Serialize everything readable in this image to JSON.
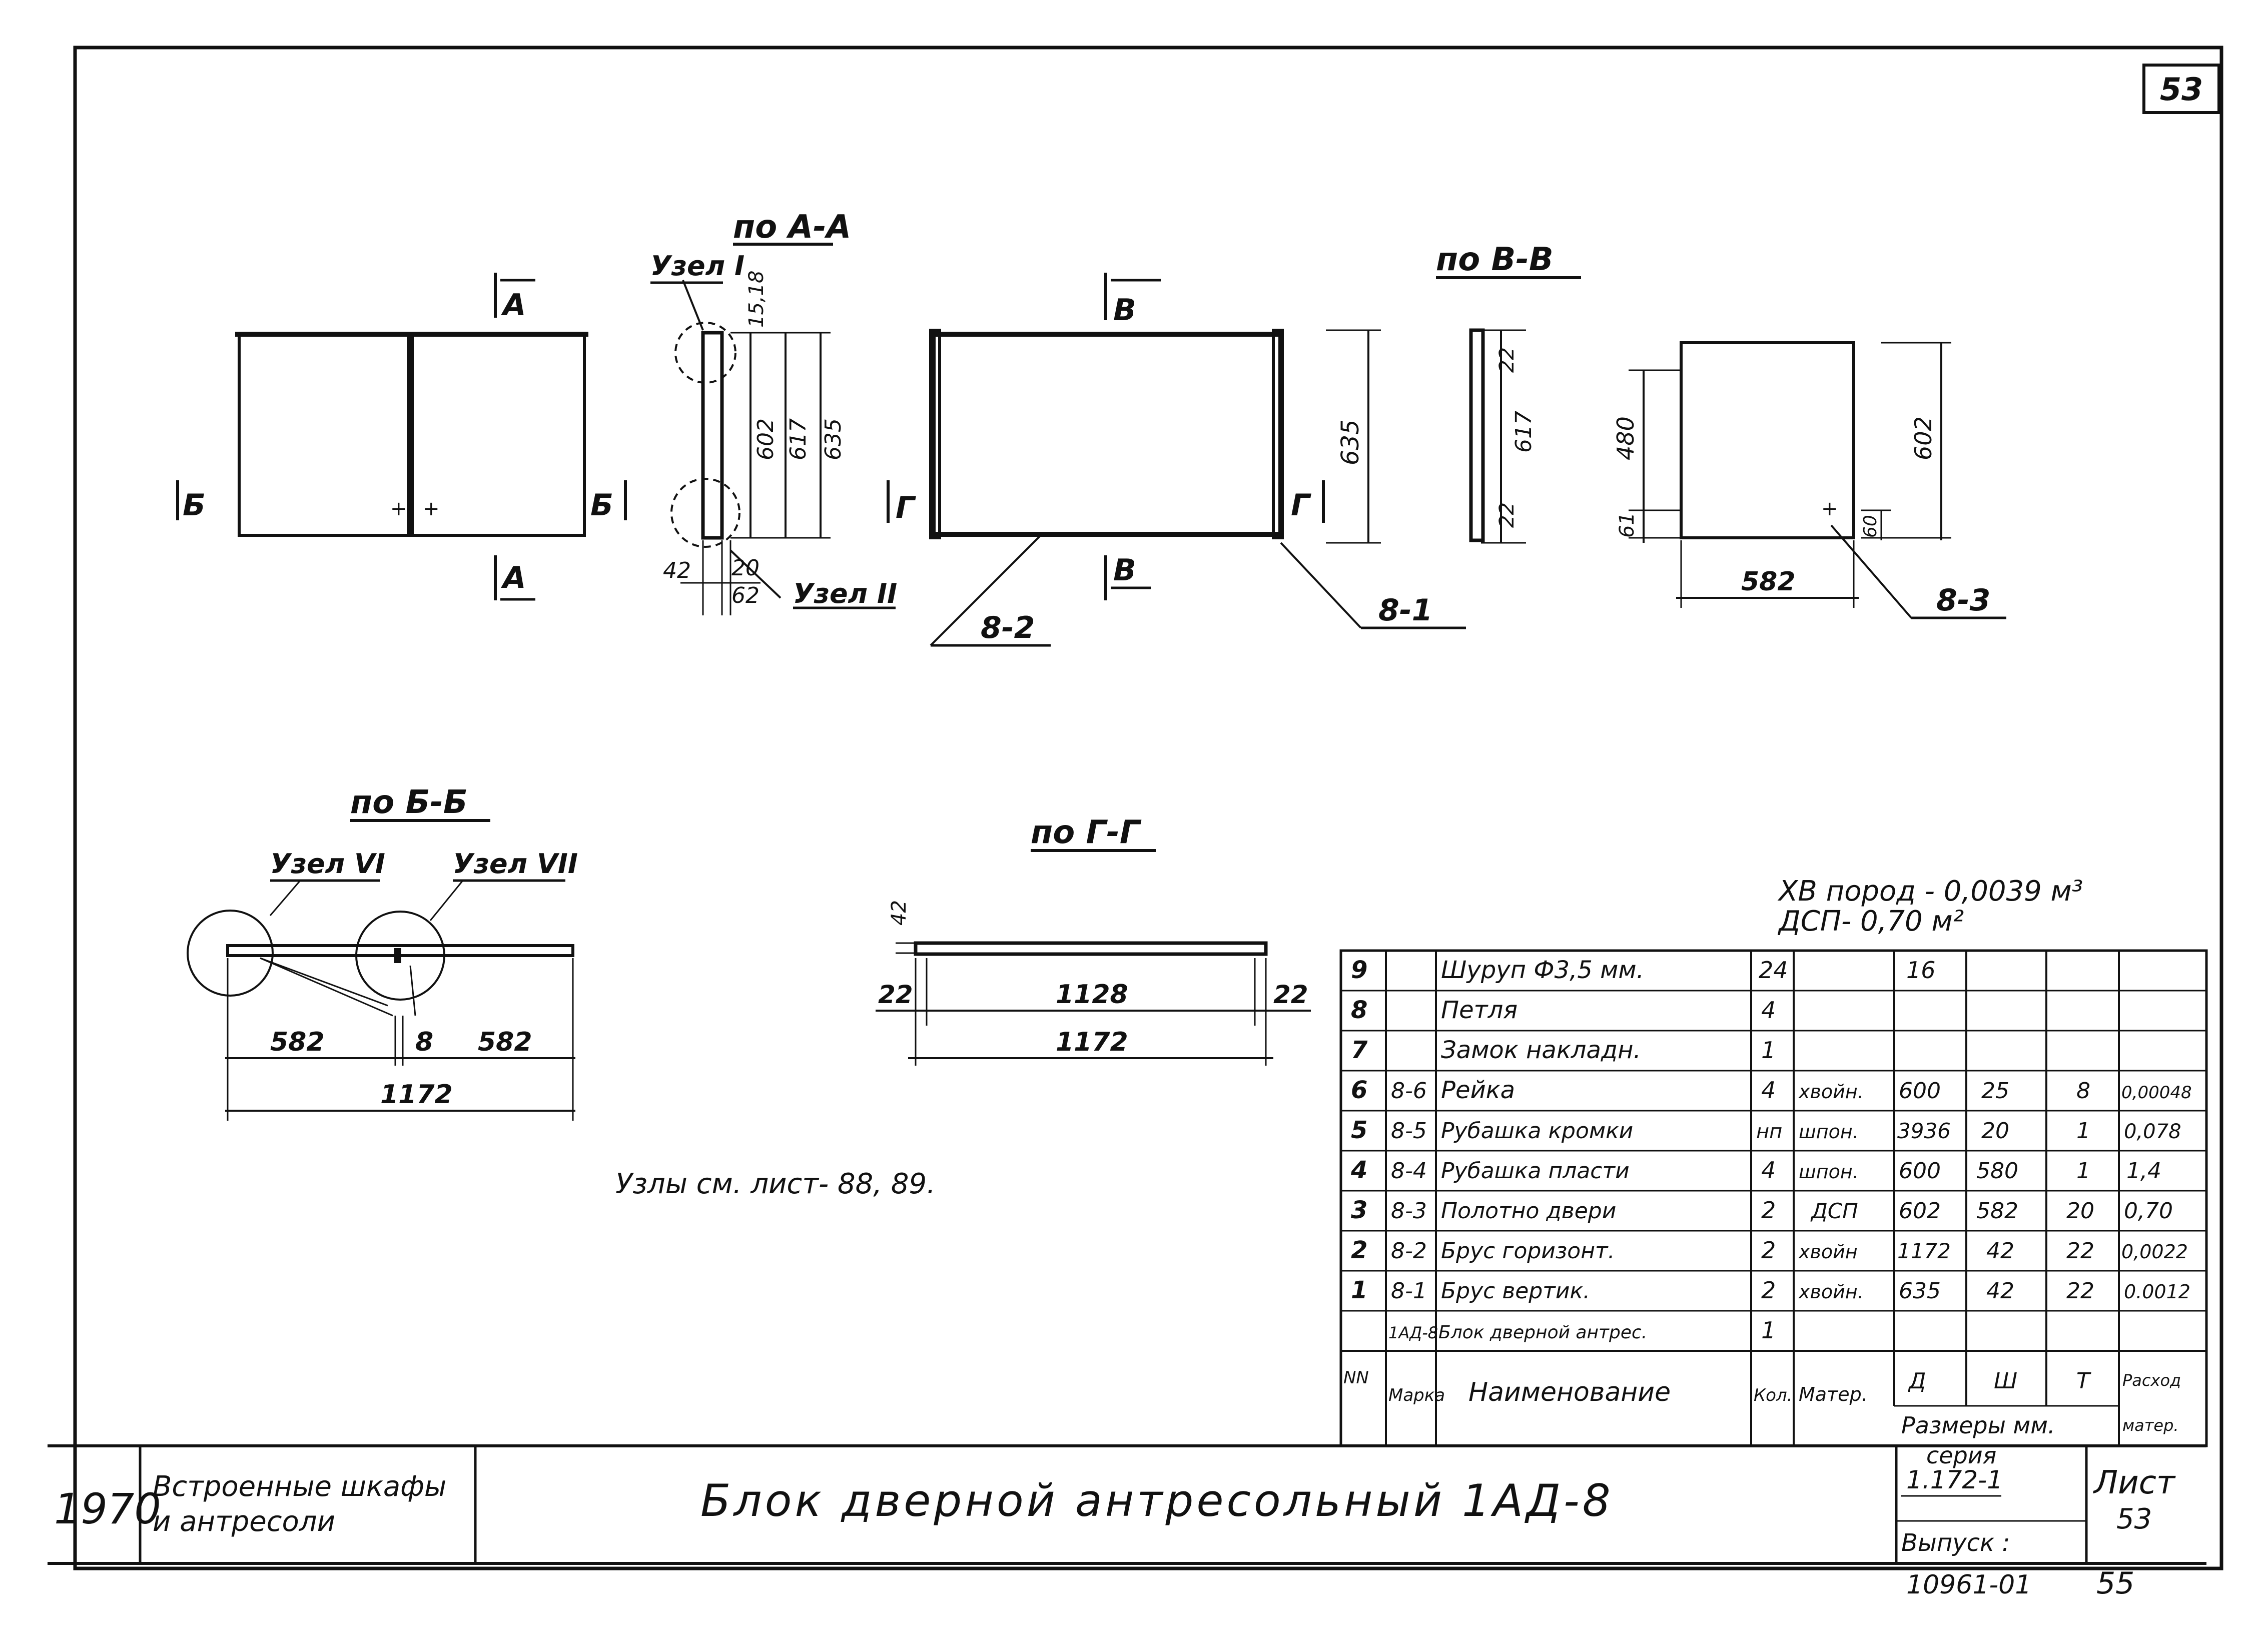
{
  "sheet_number": "53",
  "views": {
    "aa": {
      "title": "по А-А",
      "node1": "Узел I",
      "node2": "Узел II"
    },
    "vv": {
      "title": "по В-В"
    },
    "bb": {
      "title": "по Б-Б",
      "node6": "Узел VI",
      "node7": "Узел VII"
    },
    "gg": {
      "title": "по Г-Г"
    }
  },
  "section_marks": {
    "a": "А",
    "b": "Б",
    "v": "В",
    "g": "Г"
  },
  "dims": {
    "d15_18": "15,18",
    "d602": "602",
    "d617": "617",
    "d635": "635",
    "d42": "42",
    "d20": "20",
    "d62": "62",
    "d22": "22",
    "d480": "480",
    "d61": "61",
    "d60": "60",
    "d582": "582",
    "d8": "8",
    "d1172": "1172",
    "d1128": "1128"
  },
  "part_labels": {
    "p81": "8-1",
    "p82": "8-2",
    "p83": "8-3"
  },
  "nodes_note": "Узлы см. лист- 88, 89.",
  "material_note_1": "ХВ пород - 0,0039 м³",
  "material_note_2": "ДСП- 0,70 м²",
  "spec_table": {
    "rows": [
      {
        "nn": "9",
        "mark": "",
        "name": "Шуруп Ф3,5 мм.",
        "qty": "24",
        "mat": "",
        "d": "16",
        "w": "",
        "t": "",
        "use": ""
      },
      {
        "nn": "8",
        "mark": "",
        "name": "Петля",
        "qty": "4",
        "mat": "",
        "d": "",
        "w": "",
        "t": "",
        "use": ""
      },
      {
        "nn": "7",
        "mark": "",
        "name": "Замок накладн.",
        "qty": "1",
        "mat": "",
        "d": "",
        "w": "",
        "t": "",
        "use": ""
      },
      {
        "nn": "6",
        "mark": "8-6",
        "name": "Рейка",
        "qty": "4",
        "mat": "хвойн.",
        "d": "600",
        "w": "25",
        "t": "8",
        "use": "0,00048"
      },
      {
        "nn": "5",
        "mark": "8-5",
        "name": "Рубашка кромки",
        "qty": "нп",
        "mat": "шпон.",
        "d": "3936",
        "w": "20",
        "t": "1",
        "use": "0,078"
      },
      {
        "nn": "4",
        "mark": "8-4",
        "name": "Рубашка пласти",
        "qty": "4",
        "mat": "шпон.",
        "d": "600",
        "w": "580",
        "t": "1",
        "use": "1,4"
      },
      {
        "nn": "3",
        "mark": "8-3",
        "name": "Полотно двери",
        "qty": "2",
        "mat": "ДСП",
        "d": "602",
        "w": "582",
        "t": "20",
        "use": "0,70"
      },
      {
        "nn": "2",
        "mark": "8-2",
        "name": "Брус горизонт.",
        "qty": "2",
        "mat": "хвойн",
        "d": "1172",
        "w": "42",
        "t": "22",
        "use": "0,0022"
      },
      {
        "nn": "1",
        "mark": "8-1",
        "name": "Брус вертик.",
        "qty": "2",
        "mat": "хвойн.",
        "d": "635",
        "w": "42",
        "t": "22",
        "use": "0.0012"
      },
      {
        "nn": "",
        "mark": "1АД-8",
        "name": "Блок дверной антрес.",
        "qty": "1",
        "mat": "",
        "d": "",
        "w": "",
        "t": "",
        "use": ""
      }
    ],
    "header": {
      "nn": "NN",
      "mark": "Марка",
      "name": "Наименование",
      "qty": "Кол.",
      "mat": "Матер.",
      "d": "Д",
      "w": "Ш",
      "t": "Т",
      "sizes": "Размеры мм.",
      "use1": "Расход",
      "use2": "матер."
    }
  },
  "title_block": {
    "year": "1970",
    "category_1": "Встроенные шкафы",
    "category_2": "и антресоли",
    "title": "Блок дверной антресольный 1АД-8",
    "series_label": "серия",
    "series": "1.172-1",
    "issue": "Выпуск :",
    "sheet_label": "Лист",
    "sheet": "53"
  },
  "footer": {
    "code": "10961-01",
    "page": "55"
  }
}
